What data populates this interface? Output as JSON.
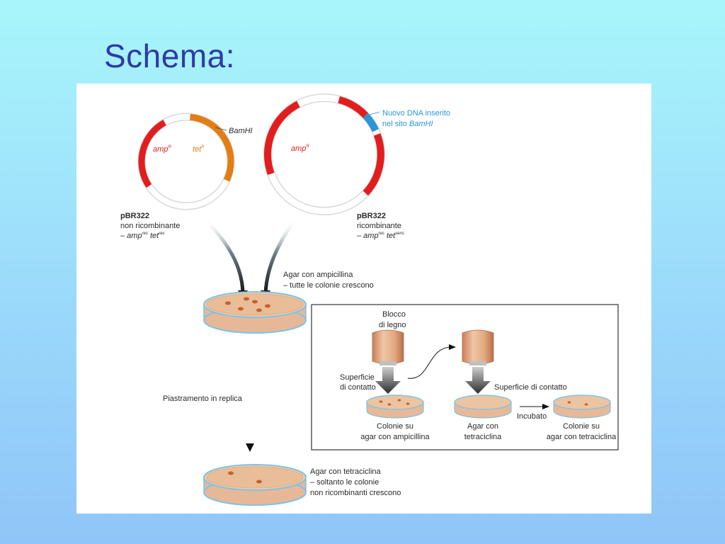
{
  "title": "Schema:",
  "colors": {
    "amp": "#e21d1d",
    "tet": "#e37e13",
    "insert": "#2a95d8",
    "agar": "#e7b898",
    "colony": "#c4622c",
    "dish_rim": "#7ec3e6",
    "block": "#e0a17b"
  },
  "plasmids": {
    "left": {
      "name": "pBR322",
      "line2": "non ricombinante",
      "genotype_prefix": "– amp",
      "genotype_amp_sup": "res",
      "genotype_tet": "tet",
      "genotype_tet_sup": "res",
      "amp_label": "amp",
      "amp_sup": "R",
      "tet_label": "tet",
      "tet_sup": "R",
      "site_label": "BamHI"
    },
    "right": {
      "name": "pBR322",
      "line2": "ricombinante",
      "genotype_prefix": "– amp",
      "genotype_amp_sup": "res",
      "genotype_tet": "tet",
      "genotype_tet_sup": "sens",
      "amp_label": "amp",
      "amp_sup": "R",
      "insert_line1": "Nuovo DNA inserito",
      "insert_line2_prefix": "nel sito ",
      "insert_line2_site": "BamHI"
    }
  },
  "ampicillin_plate": {
    "line1": "Agar con ampicillina",
    "line2": "– tutte le colonie crescono"
  },
  "replica_label": "Piastramento in replica",
  "tetracycline_plate": {
    "line1": "Agar con tetraciclina",
    "line2": "– soltanto le colonie",
    "line3": "non ricombinanti crescono"
  },
  "inset": {
    "block_line1": "Blocco",
    "block_line2": "di legno",
    "contact1_line1": "Superficie",
    "contact1_line2": "di contatto",
    "contact2": "Superficie di contatto",
    "incubated": "Incubato",
    "dish1_line1": "Colonie su",
    "dish1_line2": "agar con ampicillina",
    "dish2_line1": "Agar con",
    "dish2_line2": "tetraciclina",
    "dish3_line1": "Colonie su",
    "dish3_line2": "agar con tetraciclina"
  }
}
